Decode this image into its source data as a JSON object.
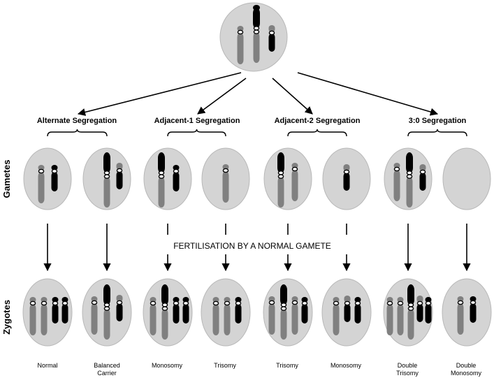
{
  "colors": {
    "cell": "#d4d4d4",
    "cell_stroke": "#b8b8b8",
    "grey_chromosome": "#808080",
    "black_chromosome": "#000000",
    "line": "#000000",
    "background": "#ffffff"
  },
  "row_labels": {
    "gametes": "Gametes",
    "zygotes": "Zygotes"
  },
  "segregations": [
    {
      "label": "Alternate Segregation"
    },
    {
      "label": "Adjacent-1 Segregation"
    },
    {
      "label": "Adjacent-2 Segregation"
    },
    {
      "label": "3:0 Segregation"
    }
  ],
  "fertilisation_label": "FERTILISATION BY A NORMAL GAMETE",
  "zygote_outcomes": [
    {
      "line1": "Normal",
      "line2": ""
    },
    {
      "line1": "Balanced",
      "line2": "Carrier"
    },
    {
      "line1": "Monosomy",
      "line2": ""
    },
    {
      "line1": "Trisomy",
      "line2": ""
    },
    {
      "line1": "Trisomy",
      "line2": ""
    },
    {
      "line1": "Monosomy",
      "line2": ""
    },
    {
      "line1": "Double",
      "line2": "Trisomy"
    },
    {
      "line1": "Double",
      "line2": "Monosomy"
    }
  ]
}
